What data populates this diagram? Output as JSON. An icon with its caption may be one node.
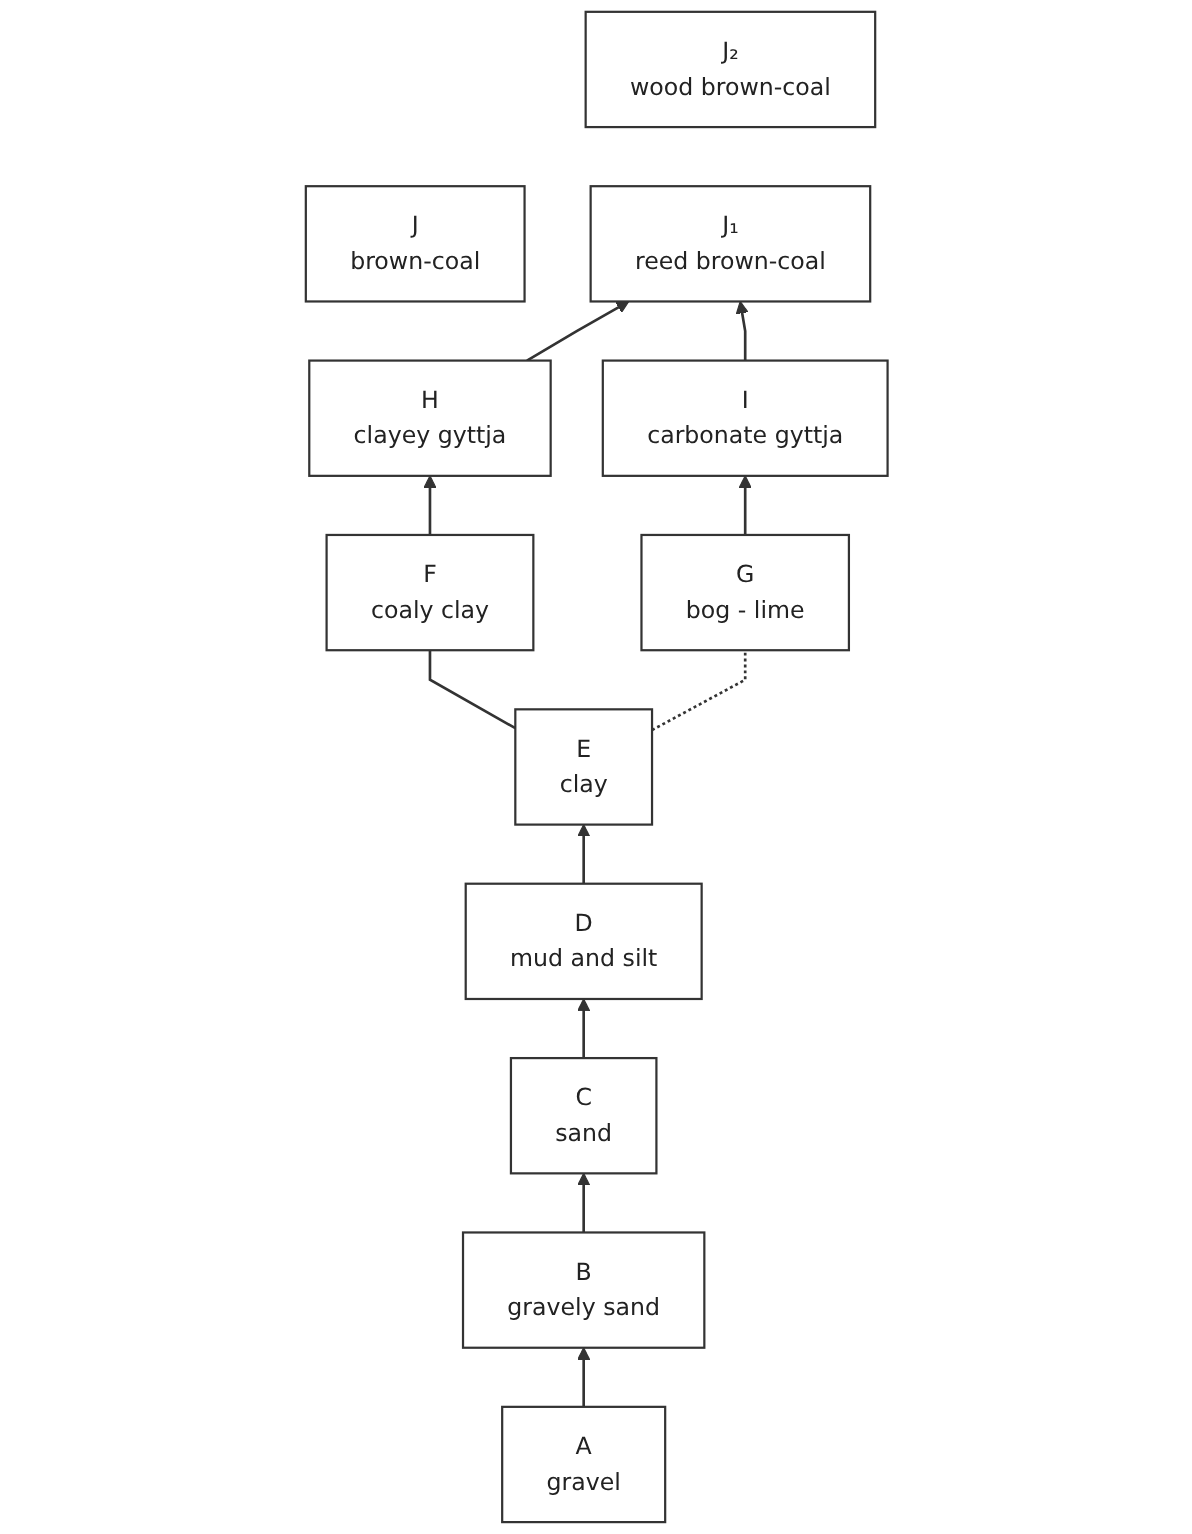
{
  "diagram": {
    "nodes": [
      {
        "text": [
          "J",
          "brown-coal"
        ]
      },
      {
        "text": [
          "J₂",
          "wood brown-coal"
        ]
      },
      {
        "text": [
          "J₁",
          "reed brown-coal"
        ]
      },
      {
        "text": [
          "H",
          "clayey gyttja"
        ]
      },
      {
        "text": [
          "I",
          "carbonate gyttja"
        ]
      },
      {
        "text": [
          "F",
          "coaly clay"
        ]
      },
      {
        "text": [
          "G",
          "bog - lime"
        ]
      },
      {
        "text": [
          "E",
          "clay"
        ]
      },
      {
        "text": [
          "D",
          "mud and silt"
        ]
      },
      {
        "text": [
          "C",
          "sand"
        ]
      },
      {
        "text": [
          "B",
          "gravely sand"
        ]
      },
      {
        "text": [
          "A",
          "gravel"
        ]
      }
    ],
    "edges": [
      {
        "from": 11,
        "to": 10,
        "arrow": "to"
      },
      {
        "from": 10,
        "to": 9,
        "arrow": "to"
      },
      {
        "from": 9,
        "to": 8,
        "arrow": "to"
      },
      {
        "from": 8,
        "to": 7,
        "arrow": "to"
      },
      {
        "from": 7,
        "to": 5,
        "arrow": "none"
      },
      {
        "from": 7,
        "to": 6,
        "arrow": "none",
        "style": "dashed"
      },
      {
        "from": 5,
        "to": 3,
        "arrow": "to"
      },
      {
        "from": 6,
        "to": 4,
        "arrow": "to"
      },
      {
        "from": 3,
        "to": 2,
        "arrow": "to"
      },
      {
        "from": 4,
        "to": 2,
        "arrow": "to"
      }
    ]
  }
}
